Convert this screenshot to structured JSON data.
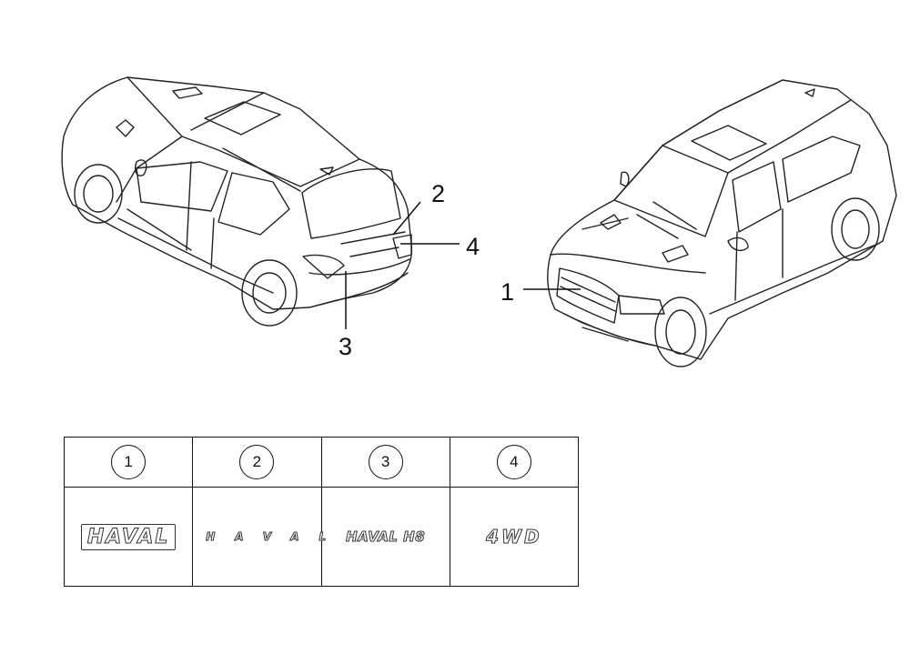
{
  "callouts": [
    "1",
    "2",
    "3",
    "4"
  ],
  "table": {
    "headers": [
      "1",
      "2",
      "3",
      "4"
    ],
    "emblems": [
      "HAVAL",
      "HAVAL",
      "HAVAL H8",
      "4WD"
    ]
  },
  "colors": {
    "line": "#111111",
    "background": "#ffffff"
  }
}
